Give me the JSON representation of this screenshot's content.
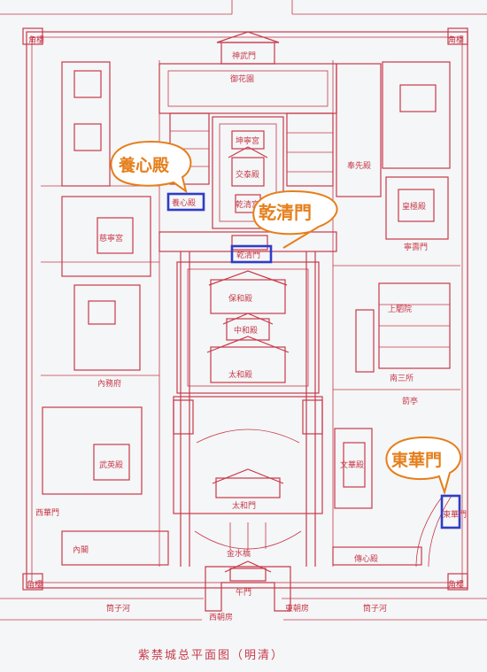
{
  "caption": "紫禁城总平面图（明清）",
  "callouts": [
    {
      "id": "yangxin",
      "text": "養心殿"
    },
    {
      "id": "qianqing",
      "text": "乾清門"
    },
    {
      "id": "donghua",
      "text": "東華門"
    }
  ],
  "boxed_labels": {
    "yangxin": "養心殿",
    "qianqing": "乾清門",
    "donghua": "東華門"
  },
  "labels": {
    "shenwu": "神武門",
    "kunning": "坤寧宮",
    "jiaotai": "交泰殿",
    "qianqing_palace": "乾清宮",
    "baohe": "保和殿",
    "zhonghe": "中和殿",
    "taihe": "太和殿",
    "taihe_gate": "太和門",
    "wu_gate": "午門",
    "jinshui": "金水橋",
    "wuying": "武英殿",
    "wenhua": "文華殿",
    "nansan": "南三所",
    "huangji": "皇極殿",
    "ningshou": "寧壽門",
    "fengxian": "奉先殿",
    "cining": "慈寧宮",
    "neige": "內閣",
    "xihua": "西華門",
    "jianting": "箭亭",
    "tongzi_w": "筒子河",
    "tongzi_e": "筒子河",
    "jiaolou_nw": "角樓",
    "jiaolou_ne": "角樓",
    "jiaolou_sw": "角樓",
    "jiaolou_se": "角樓",
    "yuhuayuan": "御花園",
    "neiwufu": "內務府",
    "chuanxin": "傳心殿",
    "shangsi": "上駟院",
    "duanmen": "東朝房",
    "ximen": "西朝房"
  },
  "colors": {
    "map_line": "#c8394a",
    "highlight": "#2f3cc6",
    "callout": "#e57f1c",
    "background": "#f4f6f7"
  }
}
